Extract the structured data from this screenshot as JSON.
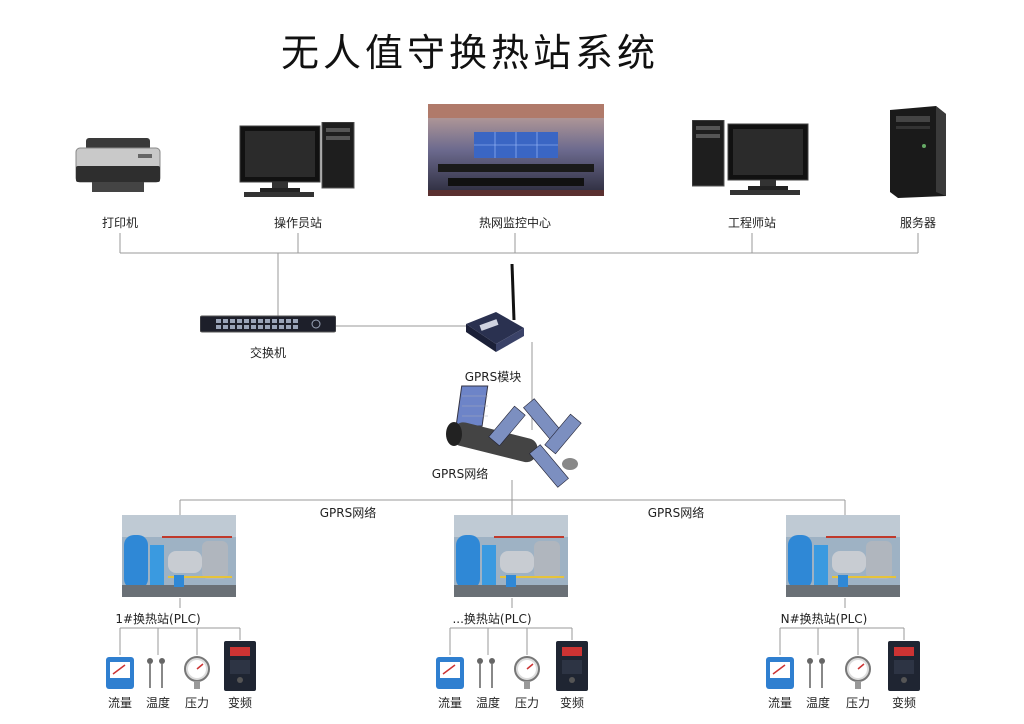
{
  "title": "无人值守换热站系统",
  "devices": {
    "printer": "打印机",
    "operator_station": "操作员站",
    "monitoring_center": "热网监控中心",
    "engineer_station": "工程师站",
    "server": "服务器"
  },
  "switch_label": "交换机",
  "gprs_module_label": "GPRS模块",
  "gprs_network_label": "GPRS网络",
  "branch_labels": [
    "GPRS网络",
    "GPRS网络"
  ],
  "stations": [
    {
      "name": "1#换热站(PLC)",
      "instruments": [
        "流量",
        "温度",
        "压力",
        "变频"
      ]
    },
    {
      "name": "...换热站(PLC)",
      "instruments": [
        "流量",
        "温度",
        "压力",
        "变频"
      ]
    },
    {
      "name": "N#换热站(PLC)",
      "instruments": [
        "流量",
        "温度",
        "压力",
        "变频"
      ]
    }
  ]
}
